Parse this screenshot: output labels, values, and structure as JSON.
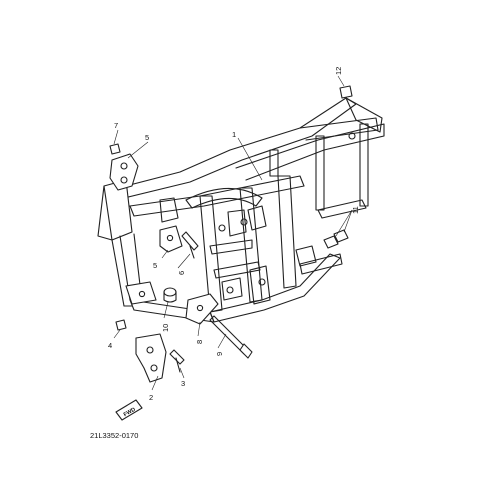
{
  "callouts": {
    "c1": "1",
    "c2": "2",
    "c3": "3",
    "c4": "4",
    "c5a": "5",
    "c5b": "5",
    "c6": "6",
    "c7": "7",
    "c8": "8",
    "c9": "9",
    "c10": "10",
    "c11": "11",
    "c12": "12"
  },
  "fwd_label": "FWD",
  "diagram_code": "21L3352-0170",
  "colors": {
    "line": "#222222",
    "background": "#ffffff"
  }
}
